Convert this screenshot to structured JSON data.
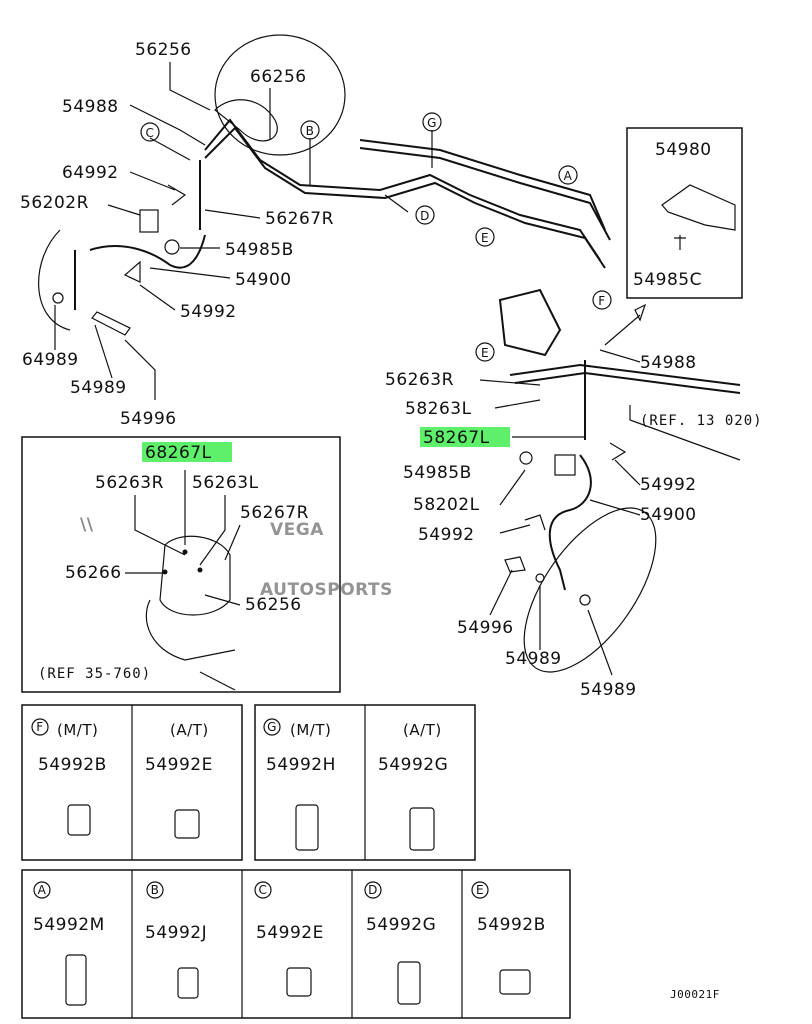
{
  "watermark": {
    "brand": "VEGA",
    "sub": "AUTOSPORTS"
  },
  "labels": {
    "p56256_a": "56256",
    "p66256": "66256",
    "p54988_a": "54988",
    "p64992": "64992",
    "p56202R": "56202R",
    "p56267R_a": "56267R",
    "p54985B": "54985B",
    "p54900_a": "54900",
    "p54992_a": "54992",
    "p64989": "64989",
    "p54989_a": "54989",
    "p54996_a": "54996",
    "p54980": "54980",
    "p54985C": "54985C",
    "p54988_b": "54988",
    "p56263R_a": "56263R",
    "p58263L": "58263L",
    "p58267L": "58267L",
    "ref13": "(REF. 13 020)",
    "p54985B_b": "54985B",
    "p54992_b": "54992",
    "p58202L": "58202L",
    "p54900_b": "54900",
    "p54992_c": "54992",
    "p54996_b": "54996",
    "p54989_b": "54989",
    "p54989_c": "54989",
    "inset_hl": "68267L",
    "p56263R_b": "56263R",
    "p56263L": "56263L",
    "p56267R_b": "56267R",
    "p56266": "56266",
    "p56256_b": "56256",
    "ref35": "(REF 35-760)",
    "code": "J00021F"
  },
  "circle_markers": {
    "A": "A",
    "B": "B",
    "C": "C",
    "D": "D",
    "E": "E",
    "F": "F",
    "G": "G"
  },
  "clips_row1": [
    {
      "marker": "F",
      "trans": "(M/T)",
      "part": "54992B"
    },
    {
      "marker": "",
      "trans": "(A/T)",
      "part": "54992E"
    },
    {
      "marker": "G",
      "trans": "(M/T)",
      "part": "54992H"
    },
    {
      "marker": "",
      "trans": "(A/T)",
      "part": "54992G"
    }
  ],
  "clips_row2": [
    {
      "marker": "A",
      "part": "54992M"
    },
    {
      "marker": "B",
      "part": "54992J"
    },
    {
      "marker": "C",
      "part": "54992E"
    },
    {
      "marker": "D",
      "part": "54992G"
    },
    {
      "marker": "E",
      "part": "54992B"
    }
  ],
  "colors": {
    "highlight": "#5ef06b",
    "ink": "#111111"
  }
}
